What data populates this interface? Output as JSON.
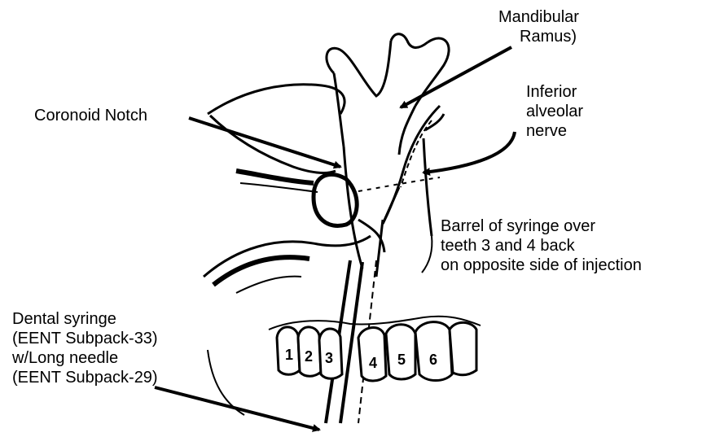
{
  "labels": {
    "mandibular_ramus": [
      "Mandibular",
      "Ramus)"
    ],
    "coronoid_notch": "Coronoid Notch",
    "inferior_alveolar_nerve": [
      "Inferior",
      "alveolar",
      "nerve"
    ],
    "barrel_of_syringe": [
      "Barrel of syringe over",
      "teeth 3 and 4 back",
      "on opposite side of injection"
    ],
    "dental_syringe": [
      "Dental syringe",
      "(EENT Subpack-33)",
      "w/Long needle",
      "(EENT Subpack-29)"
    ]
  },
  "teeth_numbers": [
    "1",
    "2",
    "3",
    "4",
    "5",
    "6"
  ],
  "colors": {
    "line": "#000000",
    "background": "#ffffff"
  }
}
